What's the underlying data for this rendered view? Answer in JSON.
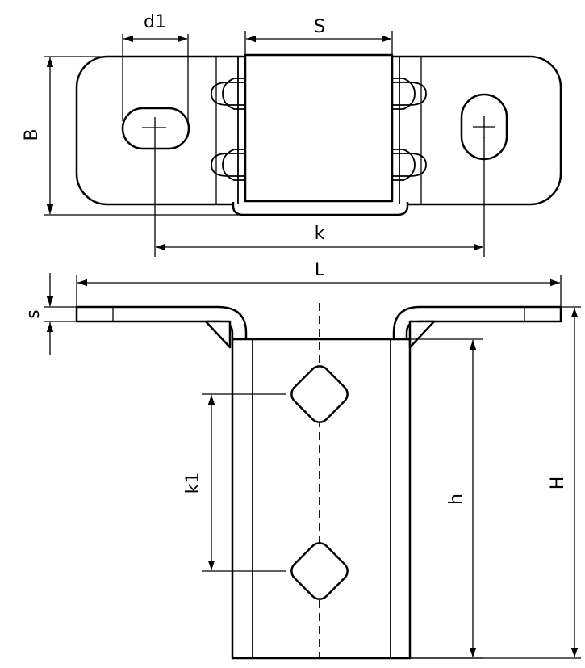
{
  "dimensions": {
    "d1": "d1",
    "S": "S",
    "B": "B",
    "k": "k",
    "L": "L",
    "s": "s",
    "k1": "k1",
    "h": "h",
    "H": "H"
  },
  "colors": {
    "line": "#000000",
    "background": "#ffffff"
  }
}
